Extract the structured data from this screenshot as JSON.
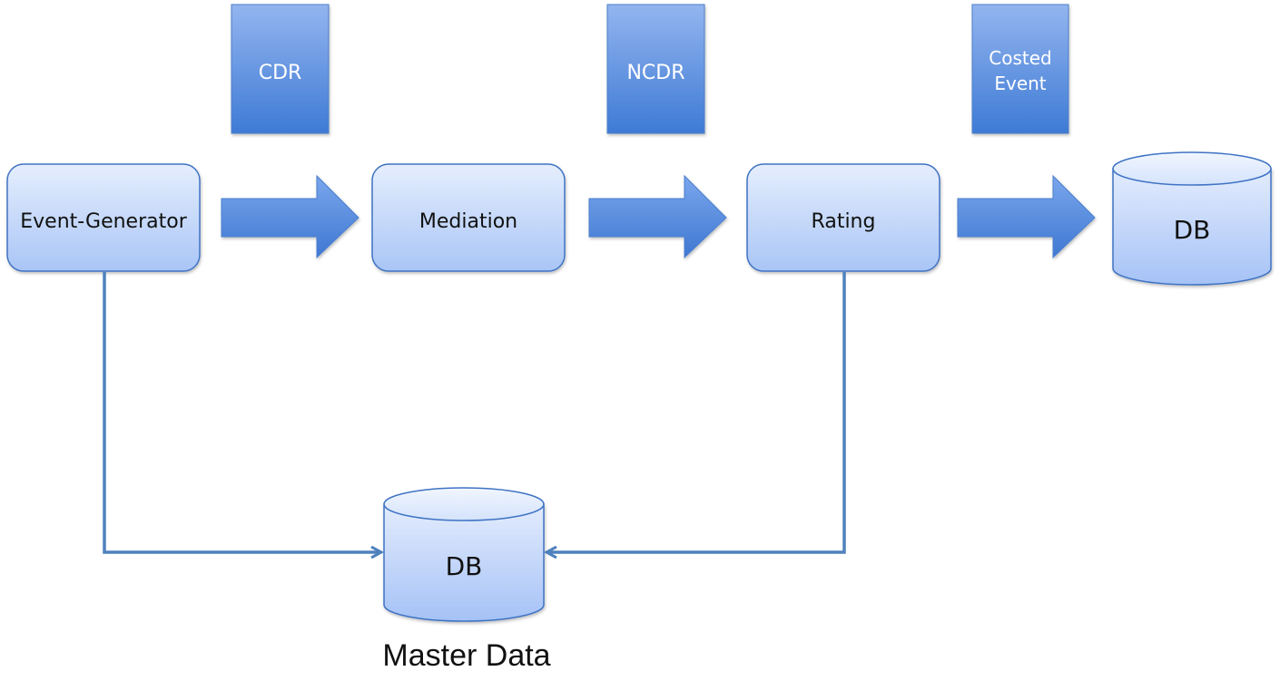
{
  "nodes": {
    "event_generator": "Event-Generator",
    "mediation": "Mediation",
    "rating": "Rating",
    "db_output": "DB",
    "db_master": "DB"
  },
  "documents": {
    "cdr": "CDR",
    "ncdr": "NCDR",
    "costed_event_line1": "Costed",
    "costed_event_line2": "Event"
  },
  "captions": {
    "master_data": "Master Data"
  },
  "colors": {
    "node_fill_top": "#e4edfd",
    "node_fill_bottom": "#a8c4f6",
    "node_stroke": "#3f73c4",
    "doc_fill_top": "#8fb2ee",
    "doc_fill_bottom": "#3d7bd6",
    "arrow_fill": "#5088e0",
    "connector": "#4f81bd"
  }
}
